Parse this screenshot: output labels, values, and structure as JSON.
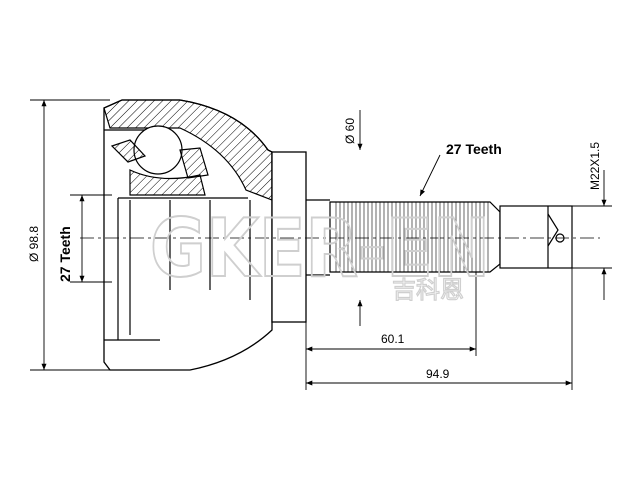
{
  "dimensions": {
    "outer_diameter": "Ø 98.8",
    "left_teeth": "27 Teeth",
    "shaft_diameter": "Ø 60",
    "spline_teeth": "27 Teeth",
    "thread": "M22X1.5",
    "length_spline": "60.1",
    "length_total": "94.9"
  },
  "watermark": {
    "brand": "GKER-EN",
    "chinese": "吉科恩"
  },
  "colors": {
    "line": "#000000",
    "watermark": "#cfcfcf"
  }
}
